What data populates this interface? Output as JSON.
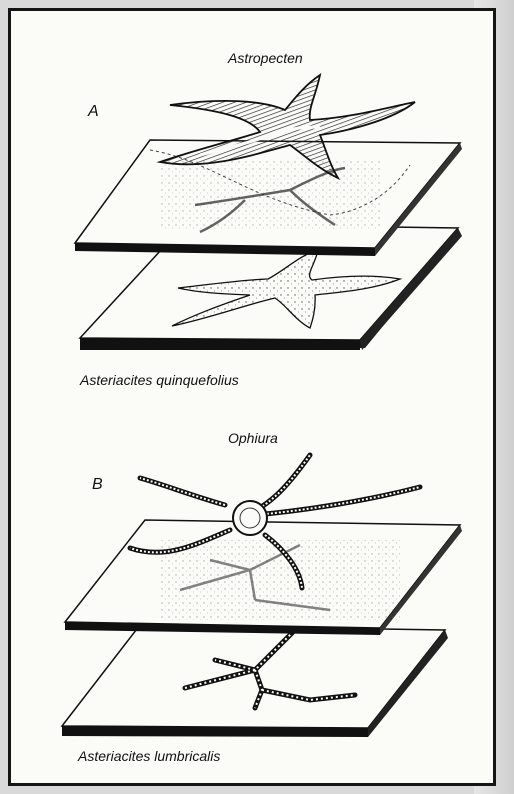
{
  "figure": {
    "panel_a": {
      "letter": "A",
      "upper_label": "Astropecten",
      "lower_label": "Asteriacites quinquefolius"
    },
    "panel_b": {
      "letter": "B",
      "upper_label": "Ophiura",
      "lower_label": "Asteriacites lumbricalis"
    }
  },
  "colors": {
    "paper": "#fbfbf8",
    "ink": "#111111",
    "frame": "#151515"
  }
}
